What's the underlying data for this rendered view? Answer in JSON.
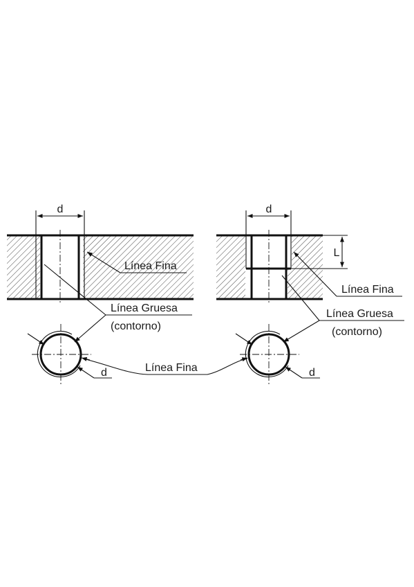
{
  "labels": {
    "d": "d",
    "L": "L",
    "linea_fina": "Línea Fina",
    "linea_gruesa": "Línea Gruesa",
    "contorno": "(contorno)"
  },
  "colors": {
    "line": "#111111",
    "background": "#ffffff"
  }
}
